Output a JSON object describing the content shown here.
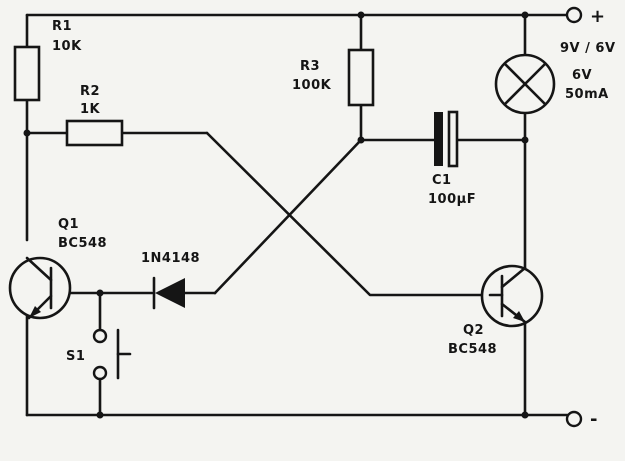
{
  "components": {
    "r1": {
      "ref": "R1",
      "value": "10K"
    },
    "r2": {
      "ref": "R2",
      "value": "1K"
    },
    "r3": {
      "ref": "R3",
      "value": "100K"
    },
    "c1": {
      "ref": "C1",
      "value": "100µF"
    },
    "q1": {
      "ref": "Q1",
      "part": "BC548"
    },
    "q2": {
      "ref": "Q2",
      "part": "BC548"
    },
    "d1": {
      "part": "1N4148"
    },
    "s1": {
      "ref": "S1"
    },
    "lamp": {
      "voltage": "6V",
      "current": "50mA"
    }
  },
  "supply": {
    "voltage": "9V / 6V",
    "plus": "+",
    "minus": "-"
  }
}
